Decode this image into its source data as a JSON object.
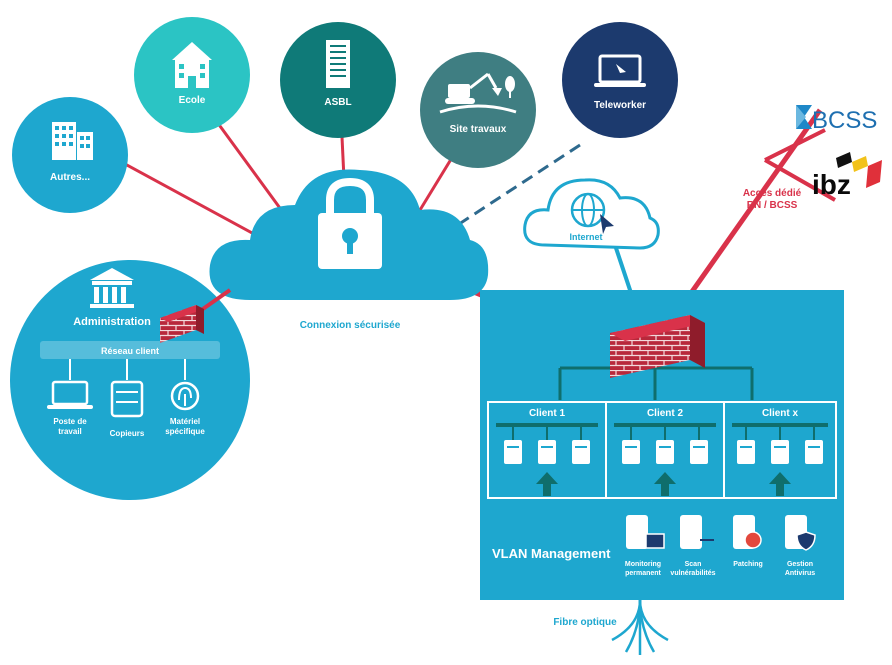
{
  "nodes": {
    "autres": "Autres...",
    "ecole": "Ecole",
    "asbl": "ASBL",
    "site_travaux": "Site travaux",
    "teleworker": "Teleworker"
  },
  "cloud": {
    "label": "Connexion sécurisée"
  },
  "internet": {
    "label": "Internet"
  },
  "external": {
    "bcss": "BCSS",
    "ibz": "ibz",
    "dedicated_line_1": "Accès dédié",
    "dedicated_line_2": "RN / BCSS"
  },
  "admin": {
    "title": "Administration",
    "network": "Réseau client",
    "devices": [
      {
        "line1": "Poste de",
        "line2": "travail"
      },
      {
        "line1": "Copieurs",
        "line2": ""
      },
      {
        "line1": "Matériel",
        "line2": "spécifique"
      }
    ]
  },
  "datacenter": {
    "clients": [
      "Client 1",
      "Client 2",
      "Client x"
    ],
    "vlan_label": "VLAN Management",
    "services": [
      {
        "line1": "Monitoring",
        "line2": "permanent"
      },
      {
        "line1": "Scan",
        "line2": "vulnérabilités"
      },
      {
        "line1": "Patching",
        "line2": ""
      },
      {
        "line1": "Gestion",
        "line2": "Antivirus"
      }
    ]
  },
  "fiber": {
    "label": "Fibre optique"
  },
  "colors": {
    "teal": "#1ea7cf",
    "dark_teal": "#0f7a78",
    "navy": "#1c3a6e",
    "red_link": "#d9324a",
    "firewall": "#b8283b"
  }
}
